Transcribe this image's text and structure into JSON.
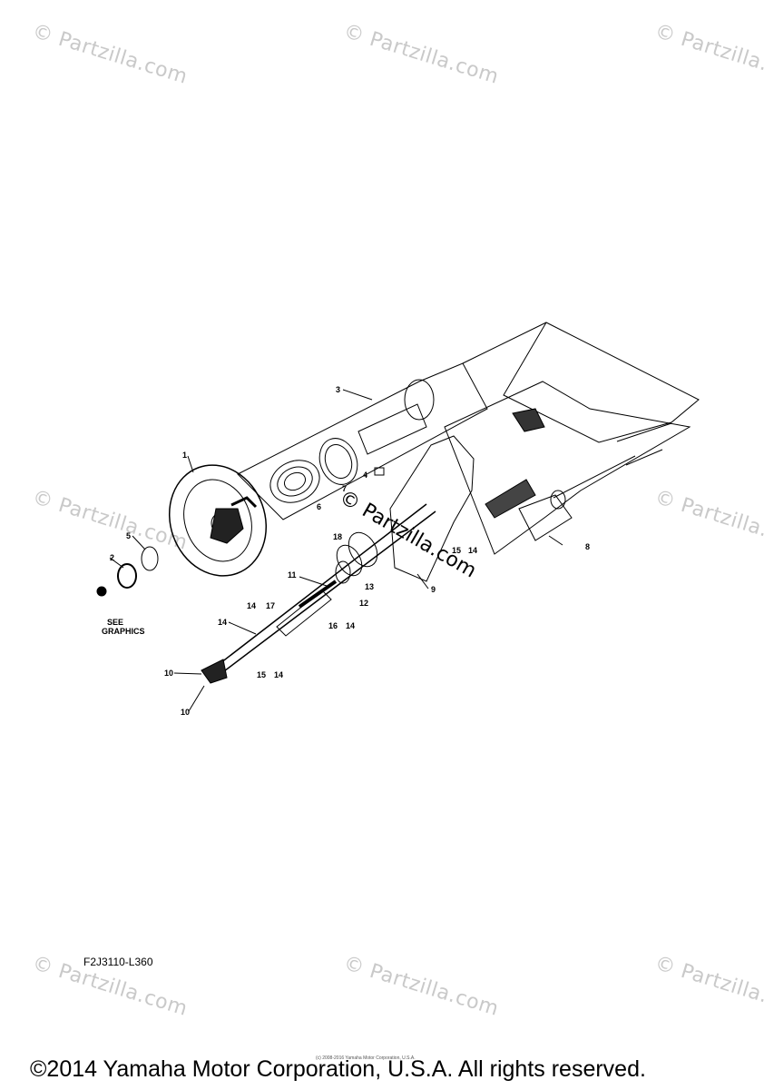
{
  "watermark_text": "© Partzilla.com",
  "center_watermark": "© Partzilla.com",
  "part_code": "F2J3110-L360",
  "see_graphics": [
    "SEE",
    "GRAPHICS"
  ],
  "copyright_small": "(c) 2008-2016 Yamaha Motor Corporation, U.S.A.",
  "footer": "©2014 Yamaha Motor Corporation, U.S.A. All rights reserved.",
  "callouts": {
    "c1": "1",
    "c2": "2",
    "c3": "3",
    "c4": "4",
    "c5": "5",
    "c6": "6",
    "c7": "7",
    "c8": "8",
    "c9": "9",
    "c10a": "10",
    "c10b": "10",
    "c11": "11",
    "c12": "12",
    "c13": "13",
    "c14a": "14",
    "c14b": "14",
    "c15": "15",
    "c16": "16",
    "c17": "17",
    "c18": "18",
    "c14c": "14",
    "c14d": "14",
    "c15b": "15",
    "c14e": "14"
  }
}
